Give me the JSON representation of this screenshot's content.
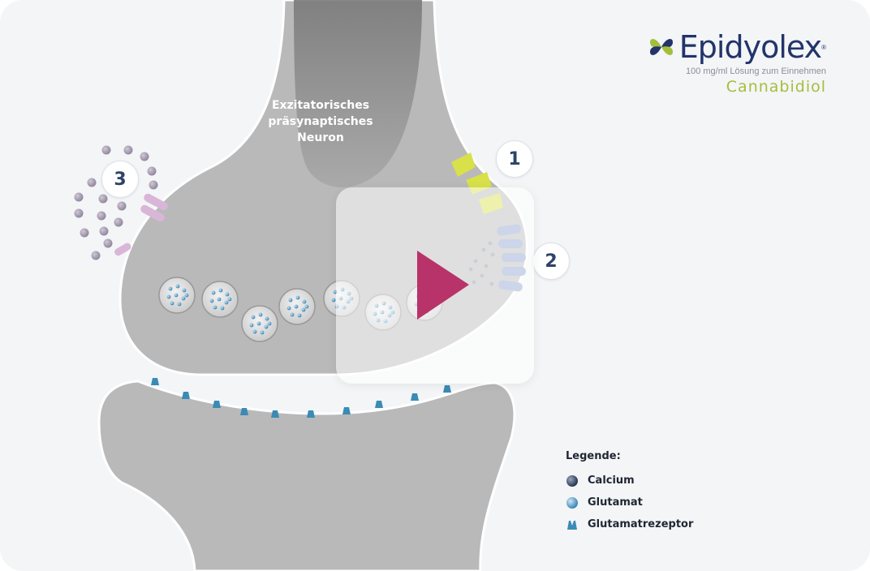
{
  "neuron": {
    "label": "Exzitatorisches\npräsynaptisches\nNeuron"
  },
  "badges": [
    {
      "number": "1"
    },
    {
      "number": "2"
    },
    {
      "number": "3"
    }
  ],
  "logo": {
    "brand": "Epidyolex",
    "registered": "®",
    "dose": "100 mg/ml Lösung zum Einnehmen",
    "substance": "Cannabidiol",
    "icon": "butterfly-logo-icon"
  },
  "legend": {
    "title": "Legende:",
    "items": [
      {
        "label": "Calcium",
        "icon": "calcium-icon"
      },
      {
        "label": "Glutamat",
        "icon": "glutamate-icon"
      },
      {
        "label": "Glutamatrezeptor",
        "icon": "glutamate-receptor-icon"
      }
    ]
  },
  "player": {
    "icon": "play-icon"
  },
  "colors": {
    "background": "#f3f5f7",
    "neuron_fill": "#b9b9b9",
    "neuron_dark": "#6e6e6e",
    "badge_text": "#2d4368",
    "brand_blue": "#22346a",
    "brand_green": "#a4be3c",
    "play_triangle": "#b8336a",
    "calcium": "#a39aac",
    "receptor_pink": "#d9b6d8",
    "channel_blue": "#8fa3cf",
    "channel_yellow": "#d8e04a",
    "glutamate_receptor": "#3a8bb5"
  }
}
